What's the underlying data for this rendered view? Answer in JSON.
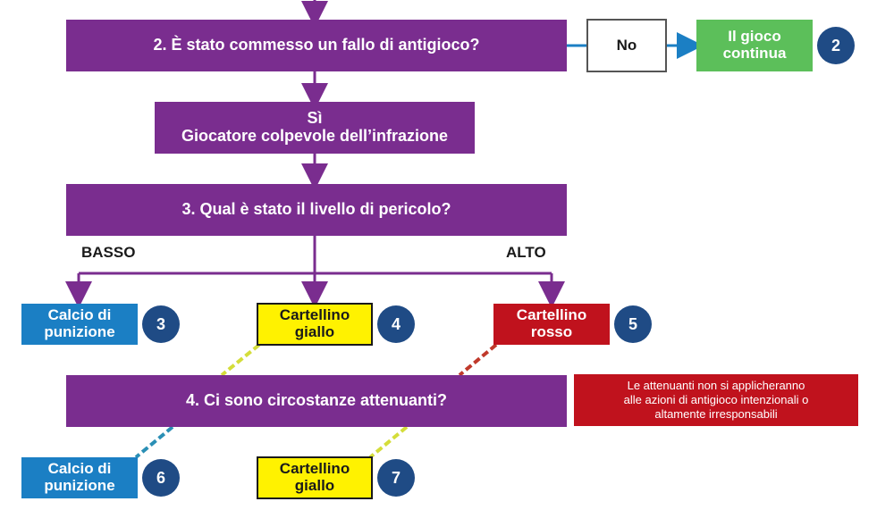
{
  "questions": {
    "q2": "2. È stato commesso un fallo di antigioco?",
    "q3": "3. Qual è stato il livello di pericolo?",
    "q4": "4. Ci sono circostanze attenuanti?"
  },
  "yes_box": {
    "line1": "Sì",
    "line2": "Giocatore colpevole dell’infrazione"
  },
  "no_box": "No",
  "play_on": {
    "line1": "Il gioco",
    "line2": "continua"
  },
  "branch_labels": {
    "low": "BASSO",
    "high": "ALTO"
  },
  "outcomes": {
    "free_kick_1": {
      "line1": "Calcio di",
      "line2": "punizione",
      "number": "3"
    },
    "yellow_1": {
      "line1": "Cartellino",
      "line2": "giallo",
      "number": "4"
    },
    "red_1": {
      "line1": "Cartellino",
      "line2": "rosso",
      "number": "5"
    },
    "free_kick_2": {
      "line1": "Calcio di",
      "line2": "punizione",
      "number": "6"
    },
    "yellow_2": {
      "line1": "Cartellino",
      "line2": "giallo",
      "number": "7"
    }
  },
  "play_on_number": "2",
  "note": {
    "line1": "Le attenuanti non si applicheranno",
    "line2": "alle azioni di antigioco intenzionali o",
    "line3": "altamente irresponsabili"
  },
  "colors": {
    "purple": "#7a2d8f",
    "blue": "#1b7fc4",
    "yellow": "#fff200",
    "red": "#c0121d",
    "green": "#5cbf5a",
    "badge": "#1f4b85"
  }
}
